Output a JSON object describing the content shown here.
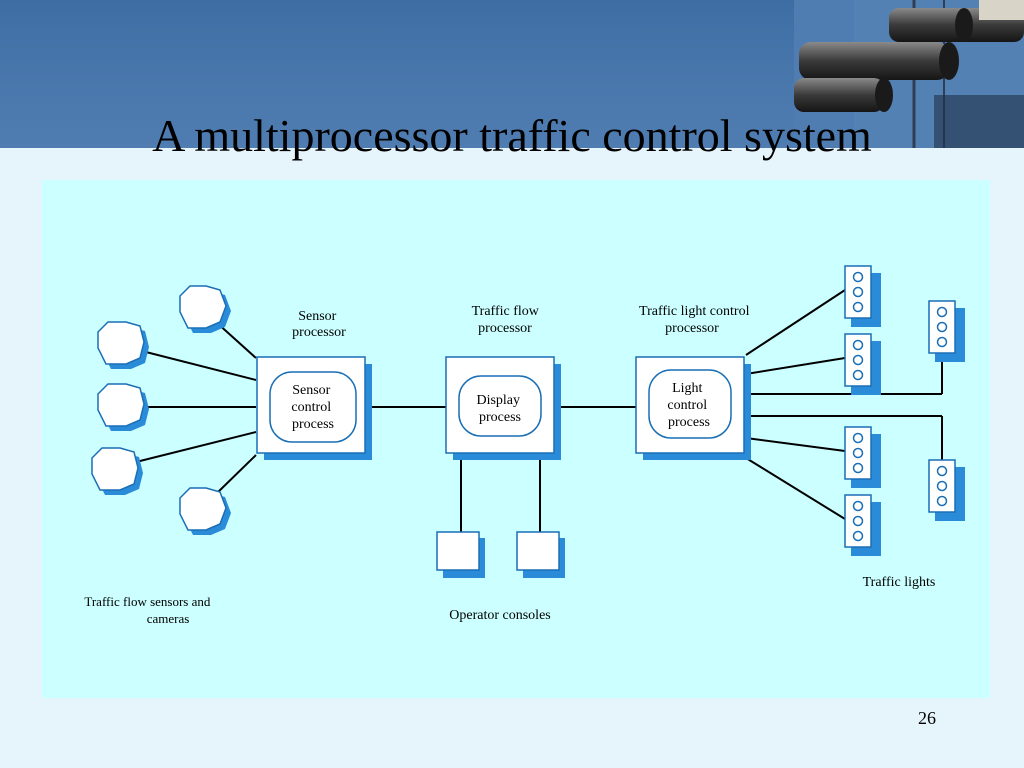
{
  "slide": {
    "title": "A multiprocessor traffic control system",
    "page_number": "26"
  },
  "diagram": {
    "sensor_processor_label": [
      "Sensor",
      "processor"
    ],
    "sensor_process": [
      "Sensor",
      "control",
      "process"
    ],
    "traffic_flow_processor_label": [
      "Traffic flow",
      "processor"
    ],
    "display_process": [
      "Display",
      "process"
    ],
    "light_control_processor_label": [
      "Traffic light control",
      "processor"
    ],
    "light_control_process": [
      "Light",
      "control",
      "process"
    ],
    "sensors_caption": [
      "Traffic flow sensors and",
      "cameras"
    ],
    "consoles_caption": "Operator consoles",
    "lights_caption": "Traffic lights"
  },
  "colors": {
    "header": "#4a78ad",
    "background": "#e6f4fb",
    "panel": "#ccffff",
    "outline": "#1a6fb5",
    "shadow": "#2a8bd8"
  }
}
